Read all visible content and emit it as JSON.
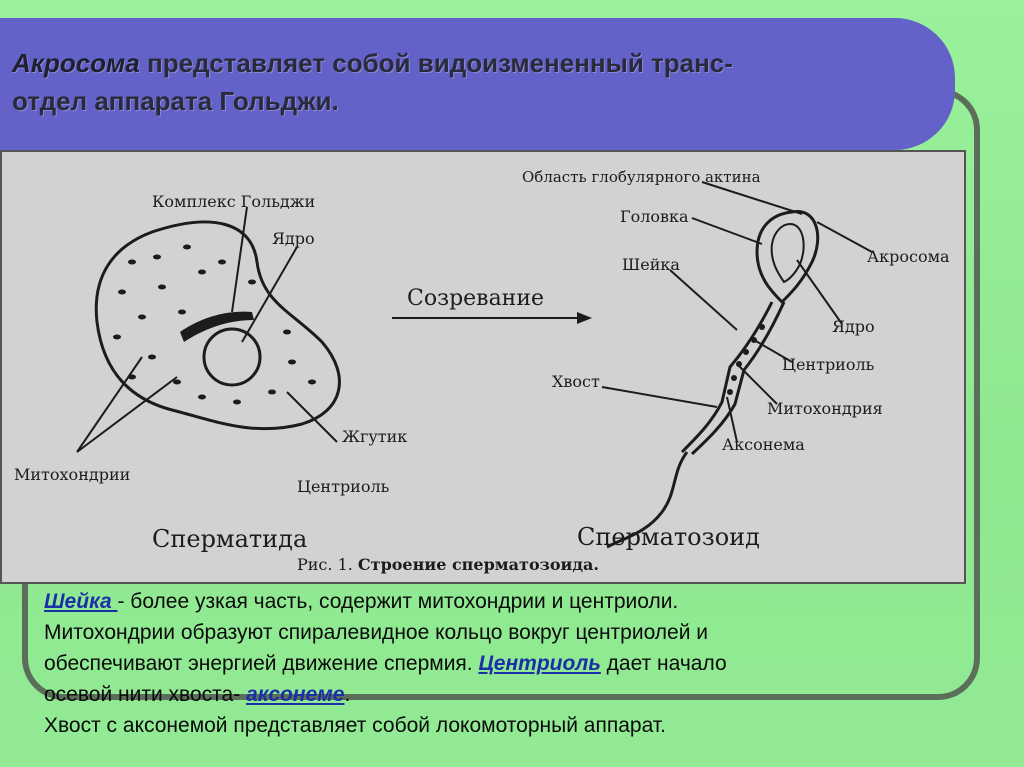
{
  "colors": {
    "background": "#95ee96",
    "title_band": "#6262c9",
    "highlight_link": "#1a2fa8",
    "frame": "#5a6e5a"
  },
  "title": {
    "keyword": "Акросома",
    "rest_line1": " представляет собой видоизмененный транс-",
    "line2": "отдел аппарата Гольджи."
  },
  "figure": {
    "left_labels": {
      "golgi": "Комплекс Гольджи",
      "nucleus": "Ядро",
      "mitochondria": "Митохондрии",
      "flagellum": "Жгутик",
      "centriole": "Центриоль",
      "cell_name": "Сперматида"
    },
    "arrow_label": "Созревание",
    "right_labels": {
      "actin": "Область глобулярного актина",
      "head": "Головка",
      "acrosome": "Акросома",
      "neck": "Шейка",
      "nucleus": "Ядро",
      "tail": "Хвост",
      "centriole": "Центриоль",
      "mitochondrion": "Митохондрия",
      "axoneme": "Аксонема",
      "cell_name": "Сперматозоид"
    },
    "caption_prefix": "Рис. 1.",
    "caption_text": "Строение сперматозоида."
  },
  "body": {
    "neck_term": "Шейка ",
    "line1_rest": "- более узкая часть, содержит митохондрии и центриоли.",
    "line2": "Митохондрии образуют спиралевидное кольцо вокруг центриолей и",
    "line3_a": "обеспечивают энергией движение спермия. ",
    "centriole_term": "Центриоль",
    "line3_b": " дает начало",
    "line4_a": "осевой нити хвоста- ",
    "axoneme_term": "аксонеме",
    "line4_b": ".",
    "line5": "Хвост с аксонемой представляет собой локомоторный аппарат."
  }
}
